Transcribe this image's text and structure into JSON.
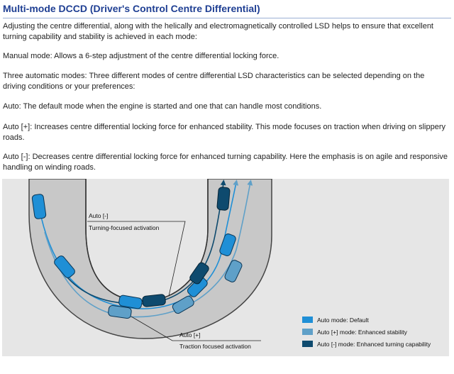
{
  "title": "Multi-mode DCCD (Driver's Control Centre Differential)",
  "paragraphs": [
    "Adjusting the centre differential, along with the helically and electromagnetically controlled LSD helps to ensure that excellent turning capability and stability is achieved in each mode:",
    "Manual mode: Allows a 6-step adjustment of the centre differential locking force.",
    "Three automatic modes: Three different modes of centre differential LSD characteristics can be selected depending on the driving conditions or your preferences:",
    "Auto: The default mode when the engine is started and one that can handle most conditions.",
    "Auto [+]: Increases centre differential locking force for enhanced stability. This mode focuses on traction when driving on slippery roads.",
    "Auto [-]: Decreases centre differential locking force for enhanced turning capability. Here the emphasis is on agile and responsive handling on winding roads."
  ],
  "diagram": {
    "callout_minus_title": "Auto [-]",
    "callout_minus_sub": "Turning-focused activation",
    "callout_plus_title": "Auto [+]",
    "callout_plus_sub": "Traction focused activation",
    "legend": [
      {
        "label": "Auto mode: Default",
        "color": "#1f8fd6"
      },
      {
        "label": "Auto [+] mode: Enhanced stability",
        "color": "#5fa0c8"
      },
      {
        "label": "Auto [-] mode: Enhanced turning capability",
        "color": "#0e4a6e"
      }
    ]
  }
}
